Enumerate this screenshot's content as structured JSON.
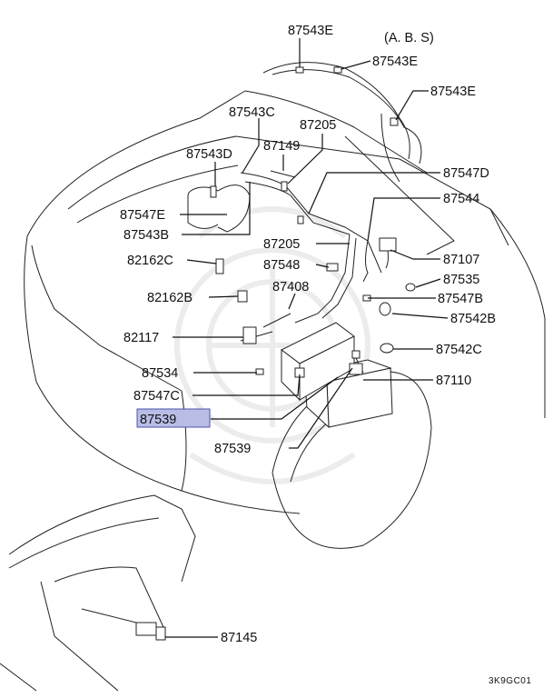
{
  "variant": "(A. B. S)",
  "code": "3K9GC01",
  "callouts": [
    {
      "id": "87543E-a",
      "text": "87543E"
    },
    {
      "id": "87543E-b",
      "text": "87543E"
    },
    {
      "id": "87543E-c",
      "text": "87543E"
    },
    {
      "id": "87543C",
      "text": "87543C"
    },
    {
      "id": "87205-a",
      "text": "87205"
    },
    {
      "id": "87543D",
      "text": "87543D"
    },
    {
      "id": "87149",
      "text": "87149"
    },
    {
      "id": "87547D",
      "text": "87547D"
    },
    {
      "id": "87547E",
      "text": "87547E"
    },
    {
      "id": "87544",
      "text": "87544"
    },
    {
      "id": "87543B",
      "text": "87543B"
    },
    {
      "id": "87205-b",
      "text": "87205"
    },
    {
      "id": "87107",
      "text": "87107"
    },
    {
      "id": "82162C",
      "text": "82162C"
    },
    {
      "id": "87548",
      "text": "87548"
    },
    {
      "id": "87535",
      "text": "87535"
    },
    {
      "id": "87408",
      "text": "87408"
    },
    {
      "id": "82162B",
      "text": "82162B"
    },
    {
      "id": "87547B",
      "text": "87547B"
    },
    {
      "id": "87542B",
      "text": "87542B"
    },
    {
      "id": "82117",
      "text": "82117"
    },
    {
      "id": "87542C",
      "text": "87542C"
    },
    {
      "id": "87534",
      "text": "87534"
    },
    {
      "id": "87110",
      "text": "87110"
    },
    {
      "id": "87547C",
      "text": "87547C"
    },
    {
      "id": "87539-highlighted",
      "text": "87539",
      "highlighted": true
    },
    {
      "id": "87539",
      "text": "87539"
    },
    {
      "id": "87145",
      "text": "87145"
    }
  ],
  "colors": {
    "highlight_fill": "#b9bde6",
    "highlight_border": "#4b52a8",
    "line": "#111111"
  }
}
